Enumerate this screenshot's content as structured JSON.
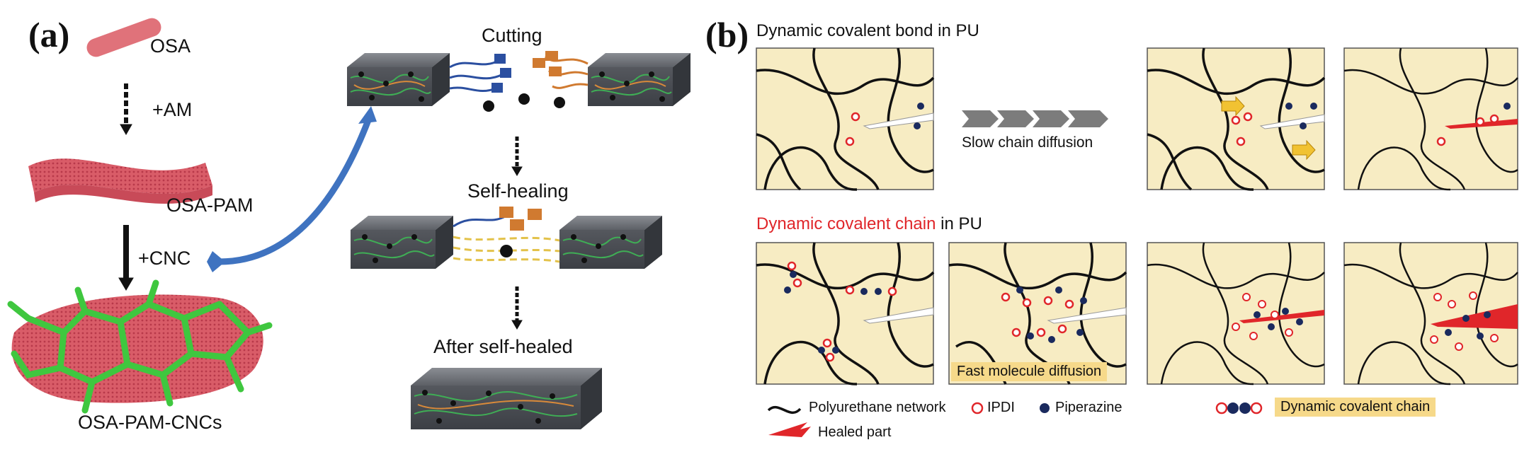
{
  "panel_a": {
    "letter": "(a)",
    "labels": {
      "osa": "OSA",
      "am": "+AM",
      "osa_pam": "OSA-PAM",
      "cnc": "+CNC",
      "osa_pam_cncs": "OSA-PAM-CNCs",
      "cutting": "Cutting",
      "self_healing": "Self-healing",
      "after": "After self-healed"
    }
  },
  "panel_b": {
    "letter": "(b)",
    "top_title": "Dynamic covalent bond in PU",
    "bottom_title_red": "Dynamic covalent chain",
    "bottom_title_rest": " in PU",
    "slow": "Slow chain diffusion",
    "fast": "Fast molecule diffusion",
    "legend": {
      "network": "Polyurethane network",
      "ipdi": "IPDI",
      "piperazine": "Piperazine",
      "chain": "Dynamic covalent chain",
      "healed": "Healed part"
    }
  },
  "colors": {
    "box_bg": "#f7ecc3",
    "ipdi_red": "#e0262a",
    "piperazine_blue": "#1a2a5e",
    "highlight": "#f6d98a",
    "gel_red": "#d95c68",
    "cnc_green": "#3fc73f",
    "arrow_blue": "#3f73c0"
  }
}
